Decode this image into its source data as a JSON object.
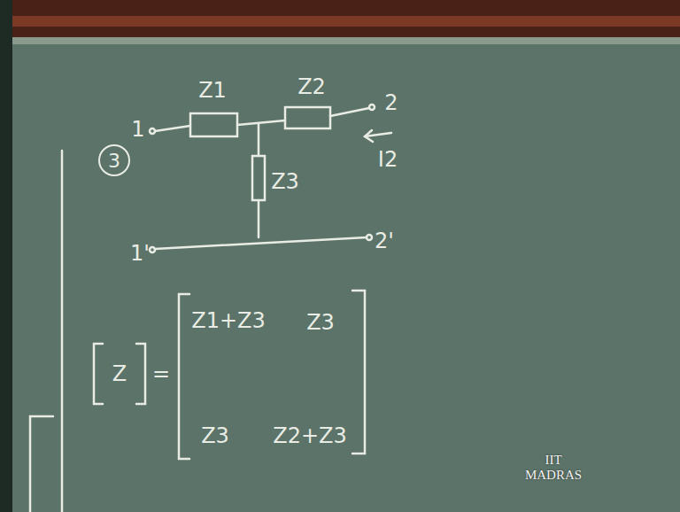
{
  "diagram": {
    "nodes": [
      {
        "text": [
          "3"
        ]
      }
    ],
    "labels": [
      "1",
      "Z1",
      "Z2",
      "2",
      "I2",
      "Z3",
      "1'",
      "2'",
      "Z",
      "=",
      "Z1+Z3",
      "Z3",
      "Z3",
      "Z2+Z3",
      "IIT MADRAS"
    ]
  }
}
